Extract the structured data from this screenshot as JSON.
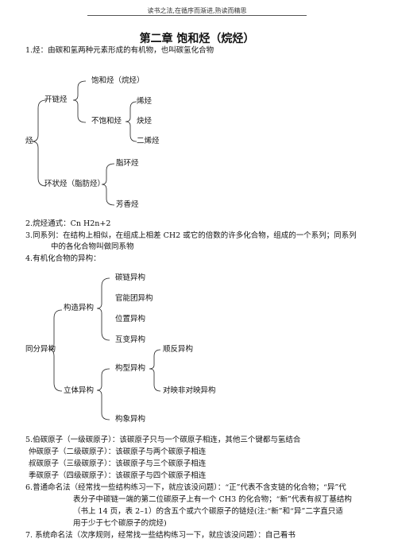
{
  "header": "读书之法,在循序而渐进,熟读而精思",
  "title": "第二章  饱和烃（烷烃）",
  "p1": "1.烃：由碳和氢两种元素形成的有机物，也叫碳氢化合物",
  "tree1": {
    "root": "烃",
    "open_chain": "开链烃",
    "saturated": "饱和烃（烷烃）",
    "unsaturated": "不饱和烃",
    "alkene": "烯烃",
    "alkyne": "炔烃",
    "diene": "二烯烃",
    "cyclic": "环状烃（脂肪烃）",
    "alicyclic": "脂环烃",
    "aromatic": "芳香烃"
  },
  "p2": "2.烷烃通式：Cn H2n+2",
  "p3a": "3.同系列：在结构上相似，在组成上相差  CH2  或它的倍数的许多化合物，组成的一个系列；同系列",
  "p3b": "中的各化合物叫做同系物",
  "p4": "4.有机化合物的异构：",
  "tree2": {
    "root": "同分异构",
    "constitutional": "构造异构",
    "carbon_chain": "碳链异构",
    "functional": "官能团异构",
    "positional": "位置异构",
    "tautomer": "互变异构",
    "stereo": "立体异构",
    "conformational_type": "构型异构",
    "cis_trans": "顺反异构",
    "enantiomer": "对映非对映异构",
    "conformation": "构象异构"
  },
  "p5": [
    "5.伯碳原子（一级碳原子）：该碳原子只与一个碳原子相连，其他三个键都与氢结合",
    "仲碳原子（二级碳原子）：该碳原子与两个碳原子相连",
    "叔碳原子（三级碳原子）：该碳原子与三个碳原子相连",
    "季碳原子（四级碳原子）：该碳原子与四个碳原子相连"
  ],
  "p6": [
    "6.普通命名法（经常找一些结构练习一下，就应该没问题）：“正”代表不含支链的化合物；“异”代",
    "表分子中碳链一端的第二位碳原子上有一个 CH3 的化合物；“新”代表有叔丁基结构",
    "（书上 14 页，表 2–1）的含五个或六个碳原子的链烃(注:“新”和“异”二字直只适",
    "用于少于七个碳原子的烷烃)"
  ],
  "p7": "7. 系统命名法（次序规则，经常找一些结构练习一下，就应该没问题）：自己看书"
}
